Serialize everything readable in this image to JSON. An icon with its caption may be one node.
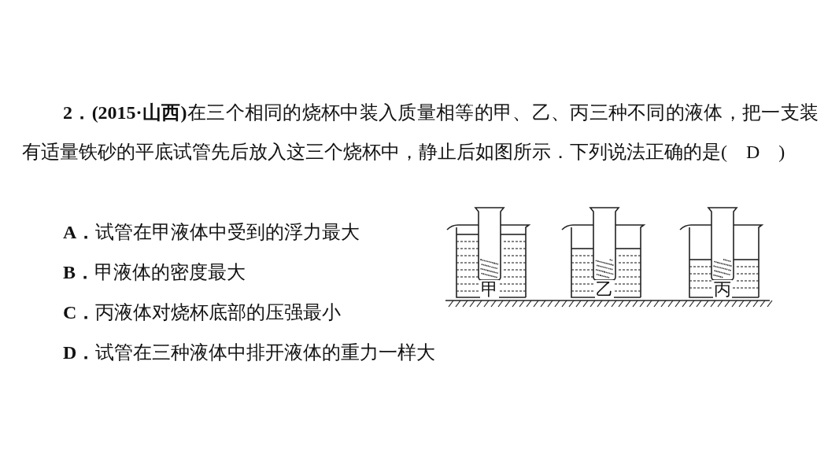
{
  "diagram": {
    "nodes": [
      {
        "text": [
          "甲"
        ]
      },
      {
        "text": [
          "乙"
        ]
      },
      {
        "text": [
          "丙"
        ]
      }
    ],
    "labels": [
      "**2．(2015·山西)**在三个相同的烧杯中装入质量相等的甲、乙、丙三种不同的液体，把一支装有适量铁砂的平底试管先后放入这三个烧杯中，静止后如图所示．下列说法正确的是(　D　)",
      "**A．**试管在甲液体中受到的浮力最大",
      "**B．**甲液体的密度最大",
      "**C．**丙液体对烧杯底部的压强最小",
      "**D．**试管在三种液体中排开液体的重力一样大"
    ]
  }
}
